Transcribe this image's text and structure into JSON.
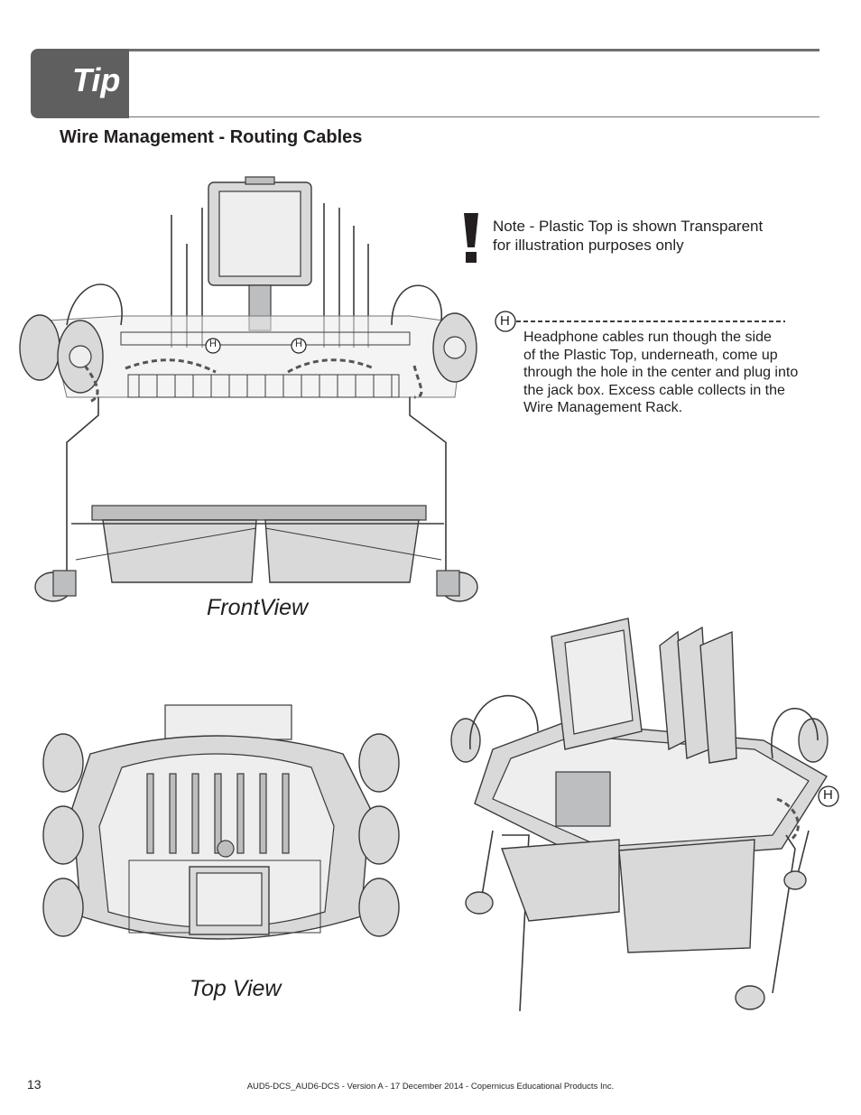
{
  "header": {
    "tab_label": "Tip"
  },
  "section": {
    "title": "Wire Management - Routing Cables"
  },
  "note": {
    "icon": "exclamation-icon",
    "line1": "Note - Plastic Top is shown Transparent",
    "line2": "for illustration purposes only"
  },
  "callout": {
    "letter": "H",
    "lines": [
      "Headphone cables run though the side",
      "of the Plastic Top, underneath, come up",
      "through the hole in the center and plug into",
      "the jack box. Excess cable collects in the",
      "Wire Management Rack."
    ]
  },
  "views": {
    "front_label": "FrontView",
    "top_label": "Top View",
    "front_markers": [
      "H",
      "H"
    ],
    "iso_marker": "H"
  },
  "footer": {
    "page_number": "13",
    "text": "AUD5-DCS_AUD6-DCS - Version A - 17 December 2014 - Copernicus Educational Products Inc."
  }
}
